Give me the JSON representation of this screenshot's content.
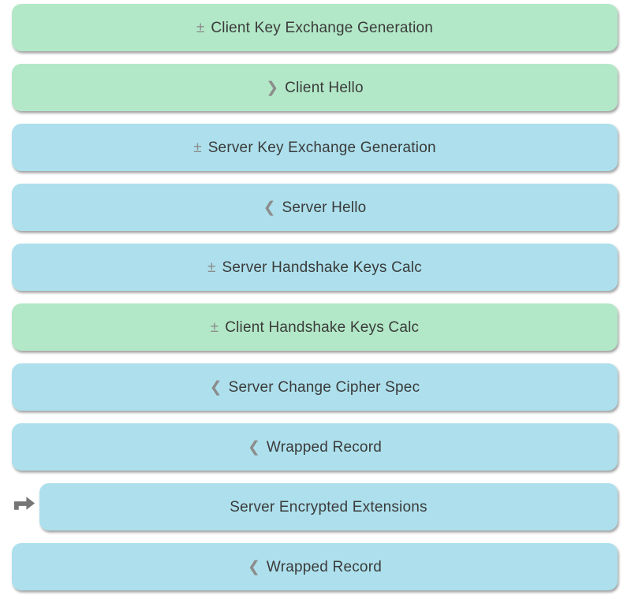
{
  "colors": {
    "client_box": "#b2e8c7",
    "server_box": "#ade0ec",
    "label_text": "#3b3b3b",
    "icon_gray": "#8c8c8c",
    "marker_arrow": "#767676",
    "page_background": "#ffffff"
  },
  "icons": {
    "key_calc": "±",
    "to_server_chevron": "❯",
    "to_client_chevron": "❮",
    "marker": "right-arrow-with-hook-icon"
  },
  "rows": [
    {
      "id": "client-key-exchange-generation",
      "label": "Client Key Exchange Generation",
      "icon": "±",
      "side": "client",
      "indent": false,
      "marker": false
    },
    {
      "id": "client-hello",
      "label": "Client Hello",
      "icon": "❯",
      "side": "client",
      "indent": false,
      "marker": false
    },
    {
      "id": "server-key-exchange-generation",
      "label": "Server Key Exchange Generation",
      "icon": "±",
      "side": "server",
      "indent": false,
      "marker": false
    },
    {
      "id": "server-hello",
      "label": "Server Hello",
      "icon": "❮",
      "side": "server",
      "indent": false,
      "marker": false
    },
    {
      "id": "server-handshake-keys-calc",
      "label": "Server Handshake Keys Calc",
      "icon": "±",
      "side": "server",
      "indent": false,
      "marker": false
    },
    {
      "id": "client-handshake-keys-calc",
      "label": "Client Handshake Keys Calc",
      "icon": "±",
      "side": "client",
      "indent": false,
      "marker": false
    },
    {
      "id": "server-change-cipher-spec",
      "label": "Server Change Cipher Spec",
      "icon": "❮",
      "side": "server",
      "indent": false,
      "marker": false
    },
    {
      "id": "wrapped-record-1",
      "label": "Wrapped Record",
      "icon": "❮",
      "side": "server",
      "indent": false,
      "marker": false
    },
    {
      "id": "server-encrypted-extensions",
      "label": "Server Encrypted Extensions",
      "icon": "",
      "side": "server",
      "indent": true,
      "marker": true
    },
    {
      "id": "wrapped-record-2",
      "label": "Wrapped Record",
      "icon": "❮",
      "side": "server",
      "indent": false,
      "marker": false
    }
  ]
}
